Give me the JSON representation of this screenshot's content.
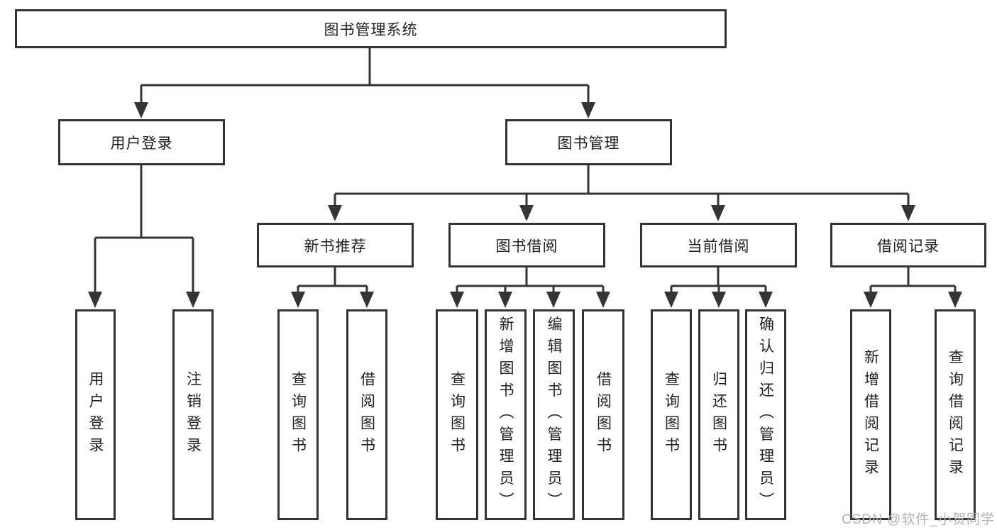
{
  "tree": {
    "root": {
      "label": "图书管理系统",
      "children": [
        {
          "label": "用户登录",
          "children": [
            {
              "label": "用户登录"
            },
            {
              "label": "注销登录"
            }
          ]
        },
        {
          "label": "图书管理",
          "children": [
            {
              "label": "新书推荐",
              "children": [
                {
                  "label": "查询图书"
                },
                {
                  "label": "借阅图书"
                }
              ]
            },
            {
              "label": "图书借阅",
              "children": [
                {
                  "label": "查询图书"
                },
                {
                  "label": "新增图书（管理员）"
                },
                {
                  "label": "编辑图书（管理员）"
                },
                {
                  "label": "借阅图书"
                }
              ]
            },
            {
              "label": "当前借阅",
              "children": [
                {
                  "label": "查询图书"
                },
                {
                  "label": "归还图书"
                },
                {
                  "label": "确认归还（管理员）"
                }
              ]
            },
            {
              "label": "借阅记录",
              "children": [
                {
                  "label": "新增借阅记录"
                },
                {
                  "label": "查询借阅记录"
                }
              ]
            }
          ]
        }
      ]
    }
  },
  "watermark": {
    "text": "CSDN @软件_小贺同学"
  },
  "colors": {
    "line": "#343434",
    "text": "#1f1f1f",
    "box_background": "#ffffff",
    "watermark": "#b3b3b3"
  }
}
